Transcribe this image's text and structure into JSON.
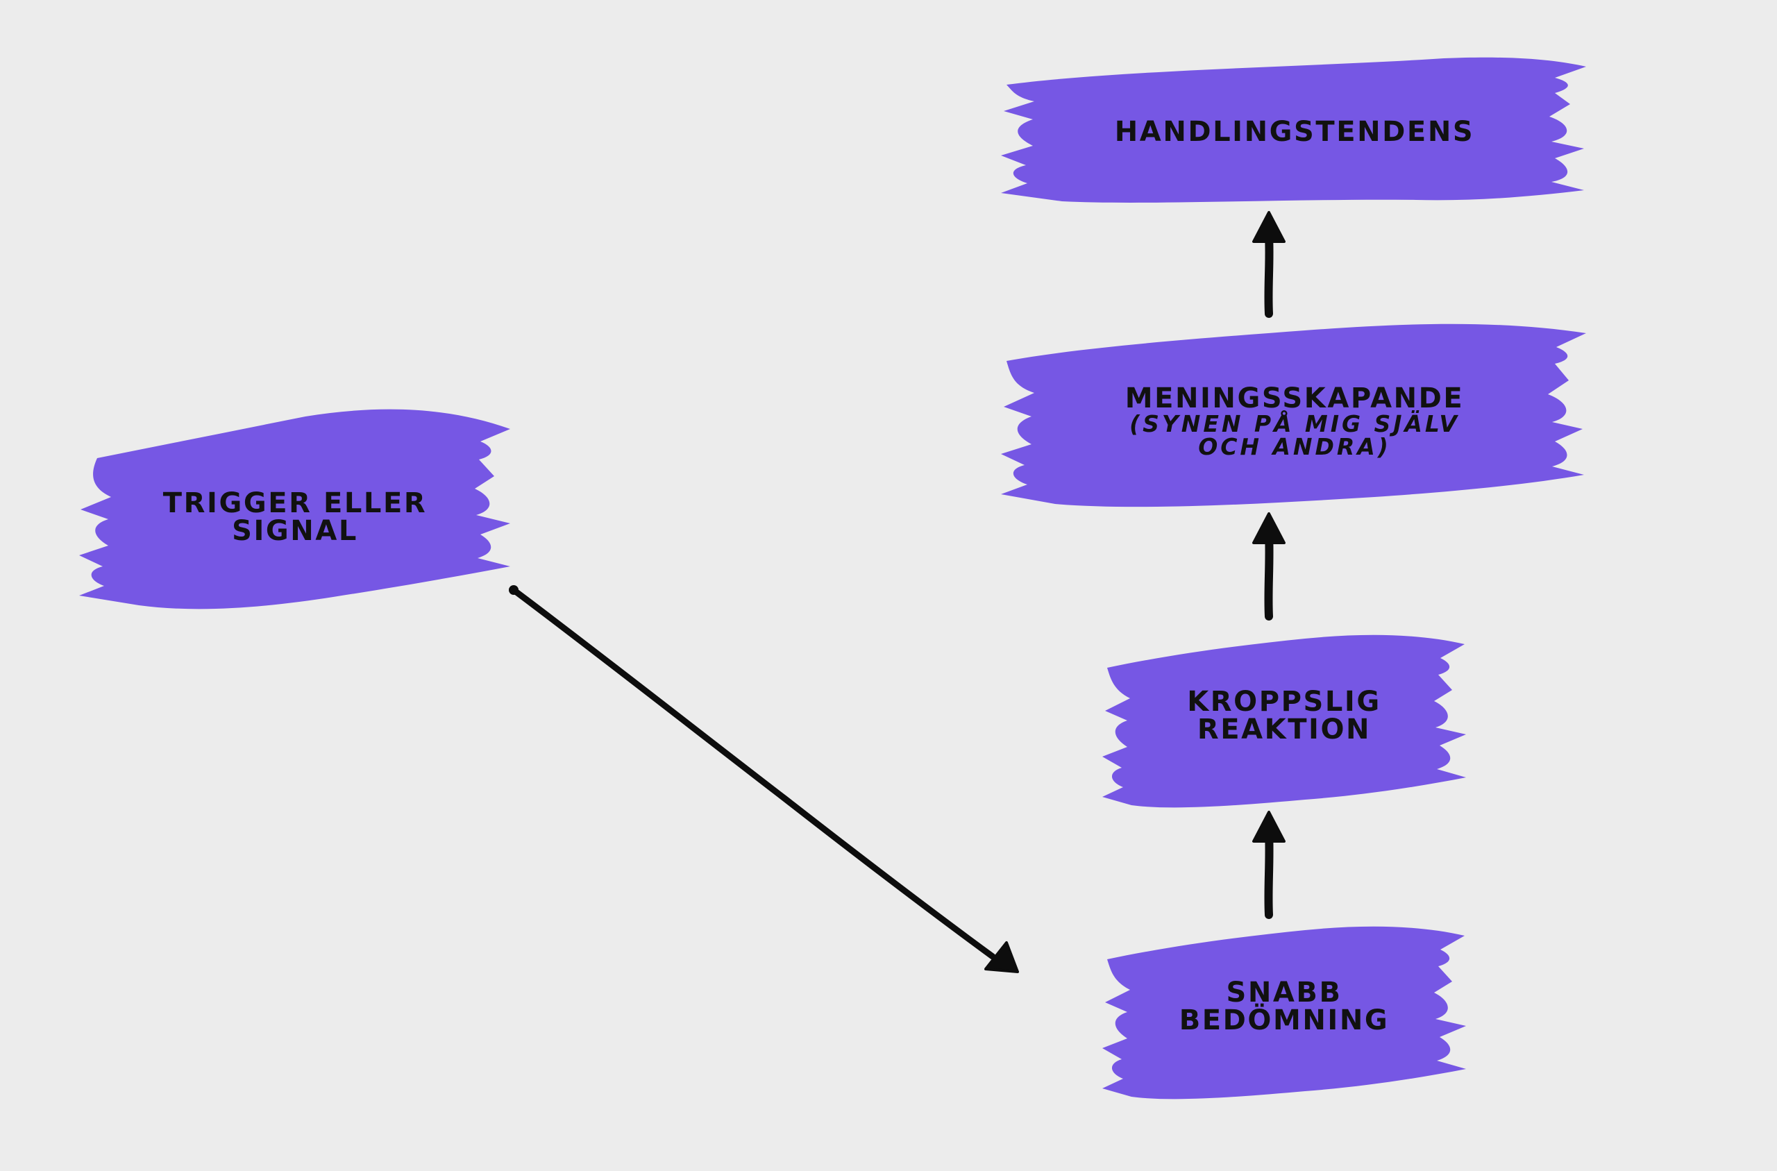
{
  "colors": {
    "background": "#ececec",
    "node_fill": "#7657e4",
    "text": "#111111",
    "arrow": "#0d0d0d"
  },
  "nodes": {
    "trigger": {
      "line1": "TRIGGER ELLER",
      "line2": "SIGNAL"
    },
    "snabb": {
      "line1": "SNABB",
      "line2": "BEDÖMNING"
    },
    "kroppslig": {
      "line1": "KROPPSLIG",
      "line2": "REAKTION"
    },
    "menings": {
      "line1": "MENINGSSKAPANDE",
      "sub1": "(SYNEN PÅ MIG SJÄLV",
      "sub2": "OCH ANDRA)"
    },
    "handling": {
      "line1": "HANDLINGSTENDENS"
    }
  }
}
